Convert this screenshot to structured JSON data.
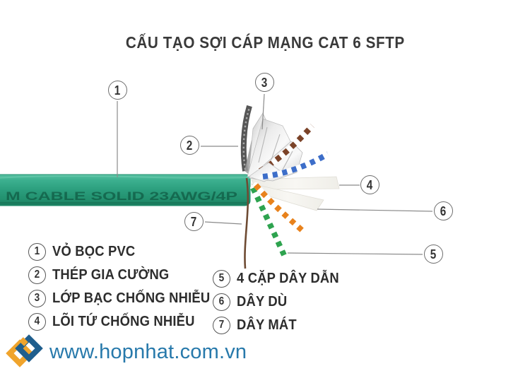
{
  "title": "CẤU TẠO SỢI CÁP MẠNG CAT 6 SFTP",
  "cable": {
    "print_text": "M CABLE SOLID 23AWG/4P"
  },
  "callout_numbers": [
    "1",
    "2",
    "3",
    "4",
    "5",
    "6",
    "7"
  ],
  "legend": {
    "left": [
      {
        "num": "1",
        "label": "VỎ BỌC PVC"
      },
      {
        "num": "2",
        "label": "THÉP GIA CƯỜNG"
      },
      {
        "num": "3",
        "label": "LỚP BẠC CHỐNG NHIỄU"
      },
      {
        "num": "4",
        "label": "LÕI TỨ CHỐNG NHIỄU"
      }
    ],
    "right": [
      {
        "num": "5",
        "label": "4 CẶP DÂY DẪN"
      },
      {
        "num": "6",
        "label": "DÂY DÙ"
      },
      {
        "num": "7",
        "label": "DÂY MÁT"
      }
    ]
  },
  "footer": {
    "website": "www.hopnhat.com.vn"
  },
  "colors": {
    "cable_green": "#2b9e7d",
    "pair_brown": "#7b4328",
    "pair_blue": "#3d6ec9",
    "pair_orange": "#e8821c",
    "pair_green": "#2ea34f",
    "drain_brown": "#6e4b33",
    "footer_blue": "#2779ab",
    "logo_yellow": "#f0a42c",
    "logo_blue": "#1f5e8d"
  }
}
